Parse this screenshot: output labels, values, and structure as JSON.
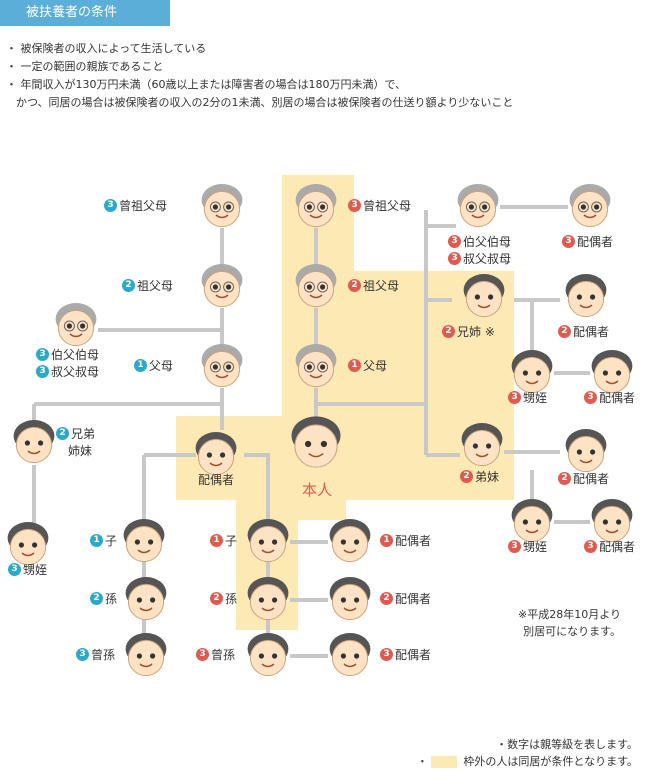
{
  "title": "被扶養者の条件",
  "conditions": [
    "・ 被保険者の収入によって生活している",
    "・ 一定の範囲の親族であること",
    "・ 年間収入が130万円未満（60歳以上または障害者の場合は180万円未満）で、",
    "かつ、同居の場合は被保険者の収入の2分の1未満、別居の場合は被保険者の仕送り額より少ないこと"
  ],
  "colors": {
    "tab": "#5aaed8",
    "highlight": "#fde9b4",
    "line": "#c8c8c8",
    "blue_badge": "#2aa9c8",
    "red_badge": "#e05a4f"
  },
  "persons": [
    {
      "id": "gggp_l",
      "label": "曾祖父母",
      "degree": "3",
      "badge": "blue",
      "face": "elder"
    },
    {
      "id": "ggp_l",
      "label": "祖父母",
      "degree": "2",
      "badge": "blue",
      "face": "elder"
    },
    {
      "id": "ua_l",
      "label1": "伯父伯母",
      "label2": "叔父叔母",
      "degree": "3",
      "badge": "blue",
      "face": "elder"
    },
    {
      "id": "p_l",
      "label": "父母",
      "degree": "1",
      "badge": "blue",
      "face": "elder"
    },
    {
      "id": "sib_l",
      "label1": "兄弟",
      "label2": "姉妹",
      "degree": "2",
      "badge": "blue",
      "face": "adult"
    },
    {
      "id": "niece_l",
      "label": "甥姪",
      "degree": "3",
      "badge": "blue",
      "face": "child"
    },
    {
      "id": "spouse",
      "label": "配偶者",
      "face": "adult"
    },
    {
      "id": "self",
      "label": "本人",
      "face": "adult"
    },
    {
      "id": "c_l",
      "label": "子",
      "degree": "1",
      "badge": "blue",
      "face": "child"
    },
    {
      "id": "gc_l",
      "label": "孫",
      "degree": "2",
      "badge": "blue",
      "face": "child"
    },
    {
      "id": "ggc_l",
      "label": "曾孫",
      "degree": "3",
      "badge": "blue",
      "face": "child"
    },
    {
      "id": "gggp_r",
      "label": "曾祖父母",
      "degree": "3",
      "badge": "red",
      "face": "elder"
    },
    {
      "id": "ggp_r",
      "label": "祖父母",
      "degree": "2",
      "badge": "red",
      "face": "elder"
    },
    {
      "id": "p_r",
      "label": "父母",
      "degree": "1",
      "badge": "red",
      "face": "elder"
    },
    {
      "id": "ua_r",
      "label1": "伯父伯母",
      "label2": "叔父叔母",
      "degree": "3",
      "badge": "red",
      "face": "elder"
    },
    {
      "id": "ua_sp",
      "label": "配偶者",
      "degree": "3",
      "badge": "red",
      "face": "elder"
    },
    {
      "id": "sib_r",
      "label": "兄姉 ※",
      "degree": "2",
      "badge": "red",
      "face": "adult"
    },
    {
      "id": "sib_sp",
      "label": "配偶者",
      "degree": "2",
      "badge": "red",
      "face": "adult"
    },
    {
      "id": "niece_r1",
      "label": "甥姪",
      "degree": "3",
      "badge": "red",
      "face": "child"
    },
    {
      "id": "niece_sp1",
      "label": "配偶者",
      "degree": "3",
      "badge": "red",
      "face": "adult"
    },
    {
      "id": "ysib_r",
      "label": "弟妹",
      "degree": "2",
      "badge": "red",
      "face": "adult"
    },
    {
      "id": "ysib_sp",
      "label": "配偶者",
      "degree": "2",
      "badge": "red",
      "face": "adult"
    },
    {
      "id": "niece_r2",
      "label": "甥姪",
      "degree": "3",
      "badge": "red",
      "face": "child"
    },
    {
      "id": "niece_sp2",
      "label": "配偶者",
      "degree": "3",
      "badge": "red",
      "face": "adult"
    },
    {
      "id": "c_r",
      "label": "子",
      "degree": "1",
      "badge": "red",
      "face": "child"
    },
    {
      "id": "c_sp",
      "label": "配偶者",
      "degree": "1",
      "badge": "red",
      "face": "adult"
    },
    {
      "id": "gc_r",
      "label": "孫",
      "degree": "2",
      "badge": "red",
      "face": "child"
    },
    {
      "id": "gc_sp",
      "label": "配偶者",
      "degree": "2",
      "badge": "red",
      "face": "adult"
    },
    {
      "id": "ggc_r",
      "label": "曾孫",
      "degree": "3",
      "badge": "red",
      "face": "child"
    },
    {
      "id": "ggc_sp",
      "label": "配偶者",
      "degree": "3",
      "badge": "red",
      "face": "adult"
    }
  ],
  "note": [
    "※平成28年10月より",
    "別居可になります。"
  ],
  "footer": [
    "・数字は親等級を表します。",
    "枠外の人は同居が条件となります。"
  ]
}
